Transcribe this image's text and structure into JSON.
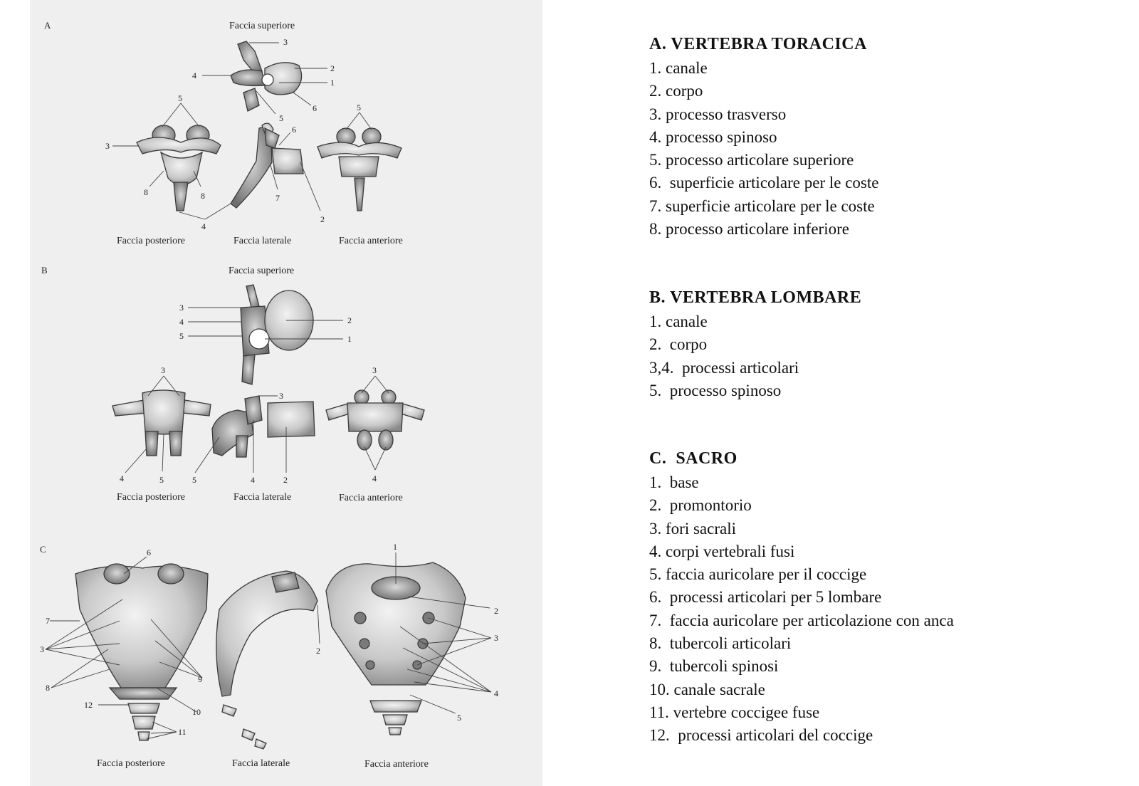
{
  "figure": {
    "sections": [
      {
        "letter": "A",
        "views": {
          "superior": "Faccia superiore",
          "posterior": "Faccia posteriore",
          "lateral": "Faccia laterale",
          "anterior": "Faccia anteriore"
        }
      },
      {
        "letter": "B",
        "views": {
          "superior": "Faccia superiore",
          "posterior": "Faccia posteriore",
          "lateral": "Faccia laterale",
          "anterior": "Faccia anteriore"
        }
      },
      {
        "letter": "C",
        "views": {
          "posterior": "Faccia posteriore",
          "lateral": "Faccia laterale",
          "anterior": "Faccia anteriore"
        }
      }
    ],
    "numbers": {
      "n1": "1",
      "n2": "2",
      "n3": "3",
      "n4": "4",
      "n5": "5",
      "n6": "6",
      "n7": "7",
      "n8": "8",
      "n9": "9",
      "n10": "10",
      "n11": "11",
      "n12": "12"
    }
  },
  "legend": {
    "sections": [
      {
        "title": "A. VERTEBRA TORACICA",
        "items": [
          "1. canale",
          "2. corpo",
          "3. processo trasverso",
          "4. processo spinoso",
          "5. processo articolare superiore",
          "6.  superficie articolare per le coste",
          "7. superficie articolare per le coste",
          "8. processo articolare inferiore"
        ]
      },
      {
        "title": "B. VERTEBRA LOMBARE",
        "items": [
          "1. canale",
          "2.  corpo",
          "3,4.  processi articolari",
          "5.  processo spinoso"
        ]
      },
      {
        "title": "C.  SACRO",
        "items": [
          "1.  base",
          "2.  promontorio",
          "3. fori sacrali",
          "4. corpi vertebrali fusi",
          "5. faccia auricolare per il coccige",
          "6.  processi articolari per 5 lombare",
          "7.  faccia auricolare per articolazione con anca",
          "8.  tubercoli articolari",
          "9.  tubercoli spinosi",
          "10. canale sacrale",
          "11. vertebre coccigee fuse",
          "12.  processi articolari del coccige"
        ]
      }
    ]
  },
  "colors": {
    "plate_background": "#efefef",
    "bone_fill": "#cfcfcf",
    "bone_stroke": "#3a3a3a",
    "text": "#111111"
  }
}
